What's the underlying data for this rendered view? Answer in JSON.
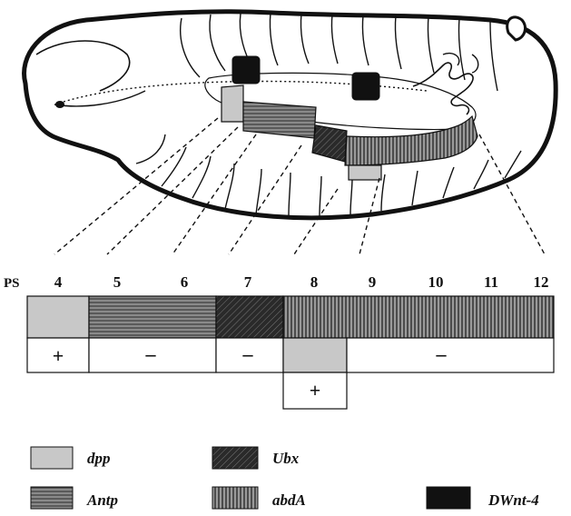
{
  "ps_label": "PS",
  "segments": [
    "4",
    "5",
    "6",
    "7",
    "8",
    "9",
    "10",
    "11",
    "12"
  ],
  "row_signs": [
    "+",
    "–",
    "–",
    "–"
  ],
  "extra_sign": "+",
  "legend": [
    {
      "key": "dpp",
      "label": "dpp",
      "pattern": "dpp-fill"
    },
    {
      "key": "ubx",
      "label": "Ubx",
      "pattern": "ubx-fill"
    },
    {
      "key": "antp",
      "label": "Antp",
      "pattern": "antp-fill"
    },
    {
      "key": "abda",
      "label": "abdA",
      "pattern": "abda-fill"
    },
    {
      "key": "dwnt4",
      "label": "DWnt-4",
      "pattern": "dwnt4-fill"
    }
  ],
  "colors": {
    "dpp": "#c8c8c8",
    "dwnt4": "#111111",
    "outline": "#111111"
  }
}
